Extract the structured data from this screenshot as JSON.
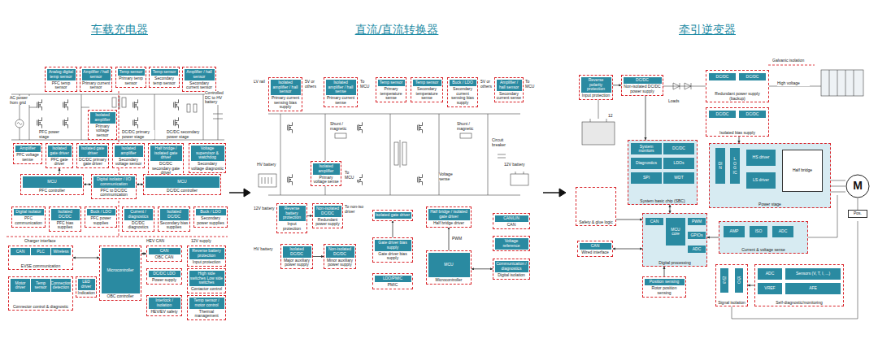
{
  "diagram": {
    "nodes": [
      {
        "text": [
          "Analog digital temp sensor",
          "PFC temp sensor"
        ]
      },
      {
        "text": [
          "Amplifier / hall sensor",
          "Primary current sensor"
        ]
      },
      {
        "text": [
          "Temp sensor",
          "Primary temp sensor"
        ]
      },
      {
        "text": [
          "Temp sensor",
          "Secondary temp sensor"
        ]
      },
      {
        "text": [
          "Amplifier / hall sensor",
          "Secondary current sensor"
        ]
      },
      {
        "text": [
          "Isolated amplifier",
          "Primary voltage sensor"
        ]
      },
      {
        "text": [
          "Amplifier",
          "PFC voltage sense"
        ]
      },
      {
        "text": [
          "Isolated gate driver",
          "PFC gate driver"
        ]
      },
      {
        "text": [
          "Isolated gate driver",
          "DC/DC primary gate driver"
        ]
      },
      {
        "text": [
          "Isolated amplifier",
          "Secondary voltage sensor"
        ]
      },
      {
        "text": [
          "Half bridge / isolated gate driver",
          "DC/DC secondary gate driver"
        ]
      },
      {
        "text": [
          "Voltage supervisor & watchdog",
          "Secondary voltage diagnostic"
        ]
      },
      {
        "text": [
          "MCU",
          "PFC controller"
        ]
      },
      {
        "text": [
          "Digital isolator / I/O communication",
          "PFC to DC/DC communication"
        ]
      },
      {
        "text": [
          "MCU",
          "DC/DC controller"
        ]
      },
      {
        "text": [
          "Digital isolator",
          "PFC communication"
        ]
      },
      {
        "text": [
          "Isolated DC/DC",
          "PFC bias supplies"
        ]
      },
      {
        "text": [
          "Buck / LDO",
          "PFC power supplies"
        ]
      },
      {
        "text": [
          "Current / diagnostics",
          "DC/DC diagnostics"
        ]
      },
      {
        "text": [
          "Isolated DC/DC",
          "Secondary bias supplies"
        ]
      },
      {
        "text": [
          "Buck / LDO",
          "Secondary power supplies"
        ]
      },
      {
        "text": [
          "EVSE communication"
        ]
      },
      {
        "text": [
          "CAN"
        ],
        "in": 21
      },
      {
        "text": [
          "PLC"
        ],
        "in": 21
      },
      {
        "text": [
          "Wireless"
        ],
        "in": 21
      },
      {
        "text": [
          "Microcontroller",
          "OBC controller"
        ]
      },
      {
        "text": [
          "CAN",
          "OBC CAN"
        ]
      },
      {
        "text": [
          "Reverse battery protection",
          "Input protection"
        ]
      },
      {
        "text": [
          "DC/DC LDO",
          "Power supply"
        ]
      },
      {
        "text": [
          "High side switches Low side switches",
          "Contactor control"
        ]
      },
      {
        "text": [
          "Interlock / isolation",
          "HEV/EV safety"
        ]
      },
      {
        "text": [
          "Temp sensor / motor control",
          "Thermal management"
        ]
      },
      {
        "text": [
          "Connector control & diagnostic"
        ]
      },
      {
        "text": [
          "Motor driver"
        ],
        "in": 32
      },
      {
        "text": [
          "Temp sensor"
        ],
        "in": 32
      },
      {
        "text": [
          "Connection detection"
        ],
        "in": 32
      },
      {
        "text": [
          "LED driver",
          "Indication"
        ]
      },
      {
        "text": [
          "Isolated amplifier / hall sensor",
          "Primary current sensing bias supply"
        ]
      },
      {
        "text": [
          "Isolated amplifier / hall sense",
          "Primary current sense"
        ]
      },
      {
        "text": [
          "Temp sensor",
          "Primary temperature sense"
        ]
      },
      {
        "text": [
          "Temp sensor",
          "Secondary temperature sense"
        ]
      },
      {
        "text": [
          "Buck / LDO",
          "Secondary current sensing bias supply"
        ]
      },
      {
        "text": [
          "Amplifier / hall sensor",
          "Secondary current sense"
        ]
      },
      {
        "text": [
          "Isolated amplifier",
          "Primary voltage sense"
        ]
      },
      {
        "text": [
          "Reverse battery protection",
          "Input protection"
        ]
      },
      {
        "text": [
          "Non-isolated DC/DC",
          "Redundant power supply"
        ]
      },
      {
        "text": [
          "Isolated gate driver"
        ]
      },
      {
        "text": [
          "Half bridge / isolated gate driver",
          "Half bridge driver"
        ]
      },
      {
        "text": [
          "Isolated DC/DC",
          "Major auxiliary power supply"
        ]
      },
      {
        "text": [
          "Non-isolated DC/DC",
          "Minor auxiliary power supply"
        ]
      },
      {
        "text": [
          "Gate driver bias supply",
          "Gate driver bias supply"
        ]
      },
      {
        "text": [
          "LDO/PMIC",
          "PMIC"
        ]
      },
      {
        "text": [
          "MCU",
          "Microcontroller"
        ]
      },
      {
        "text": [
          "CAN/LIN",
          "CAN"
        ]
      },
      {
        "text": [
          "Voltage reference"
        ]
      },
      {
        "text": [
          "Communication / diagnostics",
          "Digital isolation"
        ]
      },
      {
        "text": [
          "Reverse polarity protection",
          "Input protection"
        ]
      },
      {
        "text": [
          "DC/DC",
          "Non-isolated DC/DC power supply"
        ]
      },
      {
        "text": [
          "Redundant power supply (backup)"
        ]
      },
      {
        "text": [
          "DC/DC"
        ],
        "in": 58
      },
      {
        "text": [
          "DC/DC"
        ],
        "in": 58
      },
      {
        "text": [
          "Isolated bias supply"
        ]
      },
      {
        "text": [
          "DC/DC"
        ],
        "in": 61
      },
      {
        "text": [
          "DC/DC"
        ],
        "in": 61
      },
      {
        "text": [
          "System basic chip (SBC)"
        ]
      },
      {
        "text": [
          "System monitors"
        ],
        "in": 64
      },
      {
        "text": [
          "DC/DC"
        ],
        "in": 64
      },
      {
        "text": [
          "Diagnostics"
        ],
        "in": 64
      },
      {
        "text": [
          "LDOs"
        ],
        "in": 64
      },
      {
        "text": [
          "SPI"
        ],
        "in": 64
      },
      {
        "text": [
          "WDT"
        ],
        "in": 64
      },
      {
        "text": [
          "Power stage"
        ]
      },
      {
        "text": [
          "DIN"
        ],
        "in": 71
      },
      {
        "text": [
          "LOGIC"
        ],
        "in": 71
      },
      {
        "text": [
          "HS driver"
        ],
        "in": 71
      },
      {
        "text": [
          "LS driver"
        ],
        "in": 71
      },
      {
        "text": [
          "Half bridge"
        ],
        "in": 71
      },
      {
        "text": [
          "M"
        ]
      },
      {
        "text": [
          "Pos."
        ]
      },
      {
        "text": [
          "Safety & glue logic"
        ]
      },
      {
        "text": [
          "Digital processing"
        ]
      },
      {
        "text": [
          "CAN"
        ],
        "in": 80
      },
      {
        "text": [
          "PWM"
        ],
        "in": 80
      },
      {
        "text": [
          "MCU core"
        ],
        "in": 80
      },
      {
        "text": [
          "GPIOs"
        ],
        "in": 80
      },
      {
        "text": [
          "ADC"
        ],
        "in": 80
      },
      {
        "text": [
          "Current & voltage sense"
        ]
      },
      {
        "text": [
          "AMP"
        ],
        "in": 86
      },
      {
        "text": [
          "ISO"
        ],
        "in": 86
      },
      {
        "text": [
          "ADC"
        ],
        "in": 86
      },
      {
        "text": [
          "CAN",
          "Wired interface"
        ]
      },
      {
        "text": [
          "Position sensing",
          "Rotor position sensing"
        ]
      },
      {
        "text": [
          "Signal isolation"
        ]
      },
      {
        "text": [
          "DIG"
        ],
        "in": 92
      },
      {
        "text": [
          "ISO"
        ],
        "in": 92
      },
      {
        "text": [
          "Self-diagnostic/monitoring"
        ]
      },
      {
        "text": [
          "ADC"
        ],
        "in": 95
      },
      {
        "text": [
          "Sensors (V, T, I, ...)"
        ],
        "in": 95
      },
      {
        "text": [
          "VREF"
        ],
        "in": 95
      },
      {
        "text": [
          "AFE"
        ],
        "in": 95
      }
    ],
    "edges": [
      {
        "from": 12,
        "to": 13,
        "arrow": "both"
      },
      {
        "from": 13,
        "to": 14,
        "arrow": "both"
      },
      {
        "from": 12,
        "to": 7,
        "arrow": "to"
      },
      {
        "from": 14,
        "to": 10,
        "arrow": "to"
      },
      {
        "from": 21,
        "to": 25,
        "arrow": "both"
      },
      {
        "from": 25,
        "to": 26,
        "arrow": "both"
      },
      {
        "from": 44,
        "to": 45,
        "arrow": "to"
      },
      {
        "from": 48,
        "to": 49,
        "arrow": "to"
      },
      {
        "from": 52,
        "to": 47,
        "arrow": "to",
        "label": "PWM"
      },
      {
        "from": 50,
        "to": 46,
        "arrow": "to"
      },
      {
        "from": 55,
        "to": 52,
        "arrow": "both"
      },
      {
        "from": 56,
        "to": 57,
        "arrow": "to"
      },
      {
        "from": 57,
        "to": 64,
        "arrow": "to"
      },
      {
        "from": 61,
        "to": 71,
        "arrow": "to"
      },
      {
        "from": 64,
        "to": 80,
        "arrow": "both"
      },
      {
        "from": 79,
        "to": 80,
        "arrow": "to"
      },
      {
        "from": 90,
        "to": 80,
        "arrow": "both"
      },
      {
        "from": 91,
        "to": 80,
        "arrow": "to"
      },
      {
        "from": 86,
        "to": 80,
        "arrow": "to"
      },
      {
        "from": 95,
        "to": 92,
        "arrow": "to"
      }
    ],
    "labels": [
      "车载充电器",
      "直流/直流转换器",
      "牵引逆变器",
      "AC power from grid",
      "Controlled DC to HV battery",
      "PFC power stage",
      "DC/DC primary power stage",
      "DC/DC secondary power stage",
      "Charger interface",
      "HEV CAN",
      "12V supply",
      "LV rail",
      "5V or others",
      "To MCU",
      "5V or others",
      "To MCU",
      "Shunt / magnetic",
      "Shunt / magnetic",
      "Circuit breaker",
      "12V battery",
      "HV battery",
      "Voltage sense",
      "To MCU",
      "12V battery",
      "To non-iso driver",
      "HV battery",
      "12",
      "Loads",
      "Galvanic isolation",
      "High voltage"
    ]
  }
}
